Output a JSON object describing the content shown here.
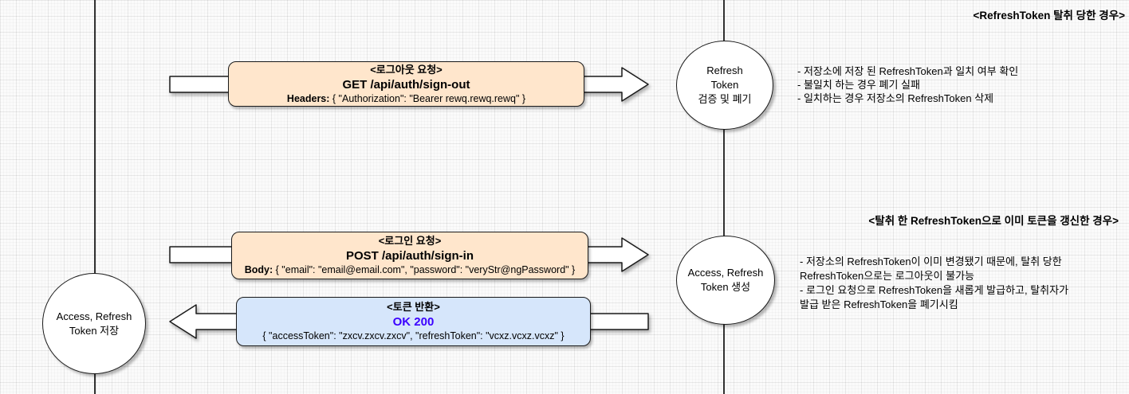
{
  "titles": {
    "case1": "<RefreshToken 탈취 당한 경우>",
    "case2": "<탈취 한 RefreshToken으로 이미 토큰을 갱신한 경우>"
  },
  "messages": {
    "signout": {
      "title": "<로그아웃 요청>",
      "method": "GET /api/auth/sign-out",
      "detail_label": "Headers:",
      "detail": "{ \"Authorization\": \"Bearer rewq.rewq.rewq\" }"
    },
    "signin": {
      "title": "<로그인 요청>",
      "method": "POST /api/auth/sign-in",
      "detail_label": "Body:",
      "detail": "{ \"email\": \"email@email.com\", \"password\": \"veryStr@ngPassword\" }"
    },
    "token_response": {
      "title": "<토큰 반환>",
      "status": "OK 200",
      "status_color": "#3b00ff",
      "detail": "{ \"accessToken\": \"zxcv.zxcv.zxcv\", \"refreshToken\": \"vcxz.vcxz.vcxz\" }"
    }
  },
  "nodes": {
    "verify_revoke": {
      "lines": [
        "Refresh",
        "Token",
        "검증 및 폐기"
      ]
    },
    "generate": {
      "lines": [
        "Access, Refresh",
        "Token 생성"
      ]
    },
    "store": {
      "lines": [
        "Access, Refresh",
        "Token 저장"
      ]
    }
  },
  "notes": {
    "case1_lines": [
      "- 저장소에 저장 된 RefreshToken과 일치 여부 확인",
      "- 불일치 하는 경우 폐기 실패",
      "- 일치하는 경우 저장소의 RefreshToken 삭제"
    ],
    "case2_lines": [
      "- 저장소의 RefreshToken이 이미 변경됐기 때문에, 탈취 당한",
      "RefreshToken으로는 로그아웃이 불가능",
      "- 로그인 요청으로 RefreshToken을 새롭게 발급하고, 탈취자가",
      "발급 받은 RefreshToken을 폐기시킴"
    ]
  },
  "colors": {
    "box_orange": "#ffe6cc",
    "box_blue": "#d6e6fb",
    "stroke": "#1a1a1a",
    "status_blue": "#3b00ff"
  }
}
